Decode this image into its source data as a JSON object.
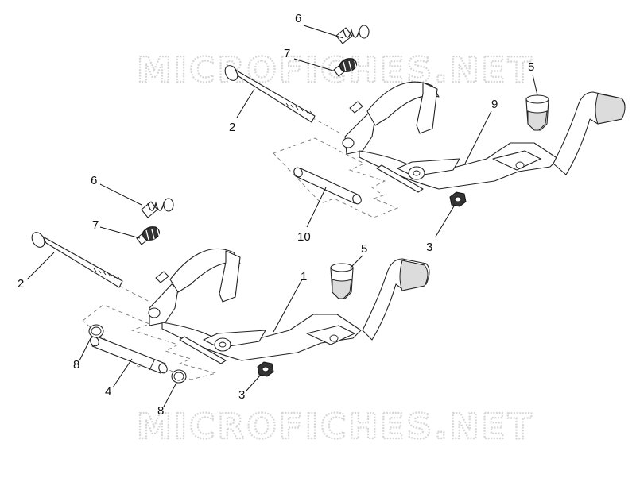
{
  "diagram": {
    "watermark": "MICROFICHES.NET",
    "callouts": [
      {
        "id": "c6a",
        "label": "6"
      },
      {
        "id": "c7a",
        "label": "7"
      },
      {
        "id": "c5a",
        "label": "5"
      },
      {
        "id": "c9",
        "label": "9"
      },
      {
        "id": "c2a",
        "label": "2"
      },
      {
        "id": "c10",
        "label": "10"
      },
      {
        "id": "c3a",
        "label": "3"
      },
      {
        "id": "c6b",
        "label": "6"
      },
      {
        "id": "c7b",
        "label": "7"
      },
      {
        "id": "c5b",
        "label": "5"
      },
      {
        "id": "c1",
        "label": "1"
      },
      {
        "id": "c2b",
        "label": "2"
      },
      {
        "id": "c8a",
        "label": "8"
      },
      {
        "id": "c4",
        "label": "4"
      },
      {
        "id": "c8b",
        "label": "8"
      },
      {
        "id": "c3b",
        "label": "3"
      }
    ]
  }
}
